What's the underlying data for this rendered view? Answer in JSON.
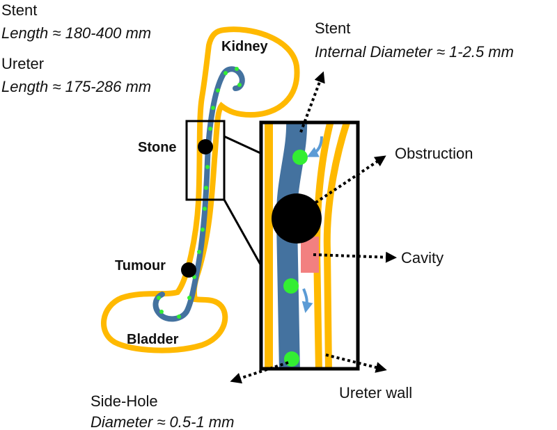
{
  "stent_length": {
    "title": "Stent",
    "value": "Length ≈ 180-400 mm"
  },
  "ureter_length": {
    "title": "Ureter",
    "value": "Length ≈ 175-286 mm"
  },
  "stent_diameter": {
    "title": "Stent",
    "value": "Internal Diameter ≈ 1-2.5 mm"
  },
  "side_hole": {
    "title": "Side-Hole",
    "value": "Diameter ≈ 0.5-1 mm"
  },
  "organs": {
    "kidney": "Kidney",
    "bladder": "Bladder"
  },
  "features": {
    "stone": "Stone",
    "tumour": "Tumour"
  },
  "callouts": {
    "obstruction": "Obstruction",
    "cavity": "Cavity",
    "ureter_wall": "Ureter wall"
  },
  "colors": {
    "ureter_wall": "#FFB900",
    "stent": "#44729F",
    "side_hole": "#33EE33",
    "obstruction": "#000000",
    "cavity": "#F28080",
    "flow_arrow": "#5B9BD5"
  }
}
